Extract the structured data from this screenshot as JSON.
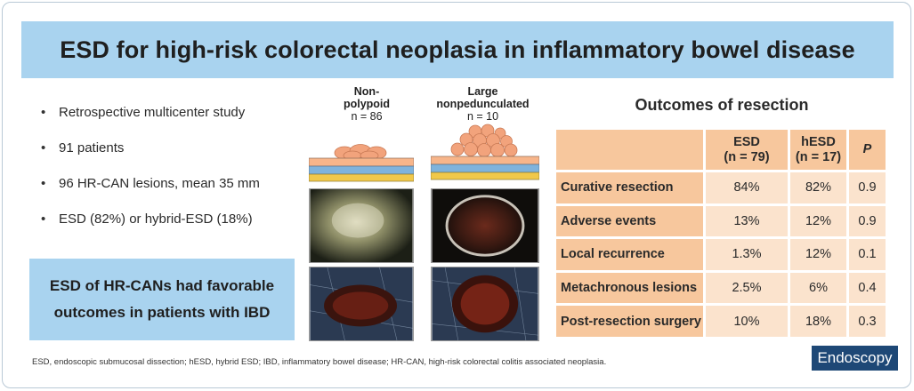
{
  "title": "ESD for high-risk colorectal neoplasia in inflammatory bowel disease",
  "bullets": [
    "Retrospective multicenter study",
    "91 patients",
    "96 HR-CAN lesions, mean 35 mm",
    "ESD (82%) or hybrid-ESD (18%)"
  ],
  "bullet_glyph": "•",
  "conclusion": {
    "line1": "ESD of HR-CANs had favorable",
    "line2": "outcomes in patients with IBD"
  },
  "lesion_types": [
    {
      "name_line1": "Non-",
      "name_line2": "polypoid",
      "n": "n = 86"
    },
    {
      "name_line1": "Large",
      "name_line2": "nonpedunculated",
      "n": "n = 10"
    }
  ],
  "outcomes": {
    "title": "Outcomes of resection",
    "headers": [
      {
        "line1": "ESD",
        "line2": "(n = 79)"
      },
      {
        "line1": "hESD",
        "line2": "(n = 17)"
      },
      {
        "line1": "P",
        "line2": ""
      }
    ],
    "rows": [
      {
        "label": "Curative resection",
        "esd": "84%",
        "hesd": "82%",
        "p": "0.9"
      },
      {
        "label": "Adverse events",
        "esd": "13%",
        "hesd": "12%",
        "p": "0.9"
      },
      {
        "label": "Local recurrence",
        "esd": "1.3%",
        "hesd": "12%",
        "p": "0.1"
      },
      {
        "label": "Metachronous lesions",
        "esd": "2.5%",
        "hesd": "6%",
        "p": "0.4"
      },
      {
        "label": "Post-resection surgery",
        "esd": "10%",
        "hesd": "18%",
        "p": "0.3"
      }
    ]
  },
  "footnote": "ESD, endoscopic submucosal dissection; hESD, hybrid ESD; IBD, inflammatory bowel disease; HR-CAN, high-risk colorectal colitis associated neoplasia.",
  "journal": "Endoscopy",
  "colors": {
    "banner": "#a9d3ef",
    "table_header": "#f7c79d",
    "table_cell": "#fbe3cd",
    "badge": "#1e4876",
    "lesion": "#f2a37c",
    "layer_orange": "#f7b58a",
    "layer_blue": "#7fb3dc",
    "layer_yellow": "#f1c84a"
  }
}
